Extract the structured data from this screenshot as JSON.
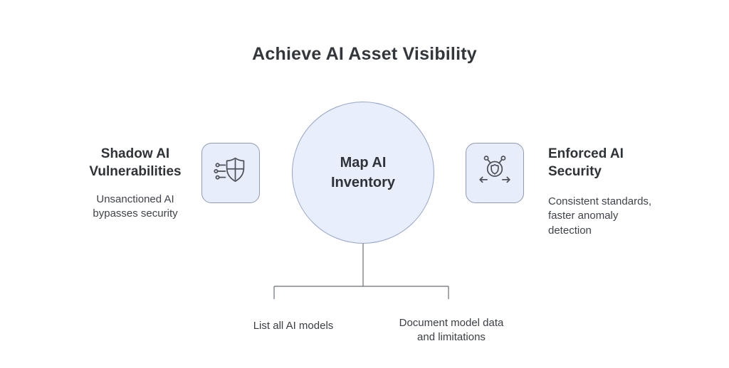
{
  "title": "Achieve AI Asset Visibility",
  "center_node": {
    "label": "Map AI\nInventory"
  },
  "left_item": {
    "icon": "circuit-shield-icon",
    "heading": "Shadow AI\nVulnerabilities",
    "description": "Unsanctioned AI\nbypasses security"
  },
  "right_item": {
    "icon": "network-shield-icon",
    "heading": "Enforced AI\nSecurity",
    "description": "Consistent standards,\nfaster anomaly\ndetection"
  },
  "bottom_items": [
    {
      "label": "List all AI models"
    },
    {
      "label": "Document model data\nand limitations"
    }
  ],
  "colors": {
    "background": "#ffffff",
    "node_fill": "#e8eefc",
    "node_border": "#94a5c9",
    "icon_box_fill": "#e7edfb",
    "icon_box_border": "#8f9ab3",
    "icon_stroke": "#4d5259",
    "heading_text": "#2f3338",
    "body_text": "#3f434a",
    "line": "#6a6f76"
  }
}
